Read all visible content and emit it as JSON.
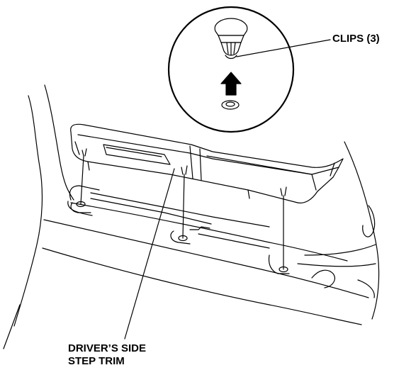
{
  "labels": {
    "clips": "CLIPS (3)",
    "trim_line1": "DRIVER’S SIDE",
    "trim_line2": "STEP TRIM"
  },
  "colors": {
    "line": "#000000",
    "background": "#ffffff",
    "fill_light": "#e8e8e8"
  }
}
